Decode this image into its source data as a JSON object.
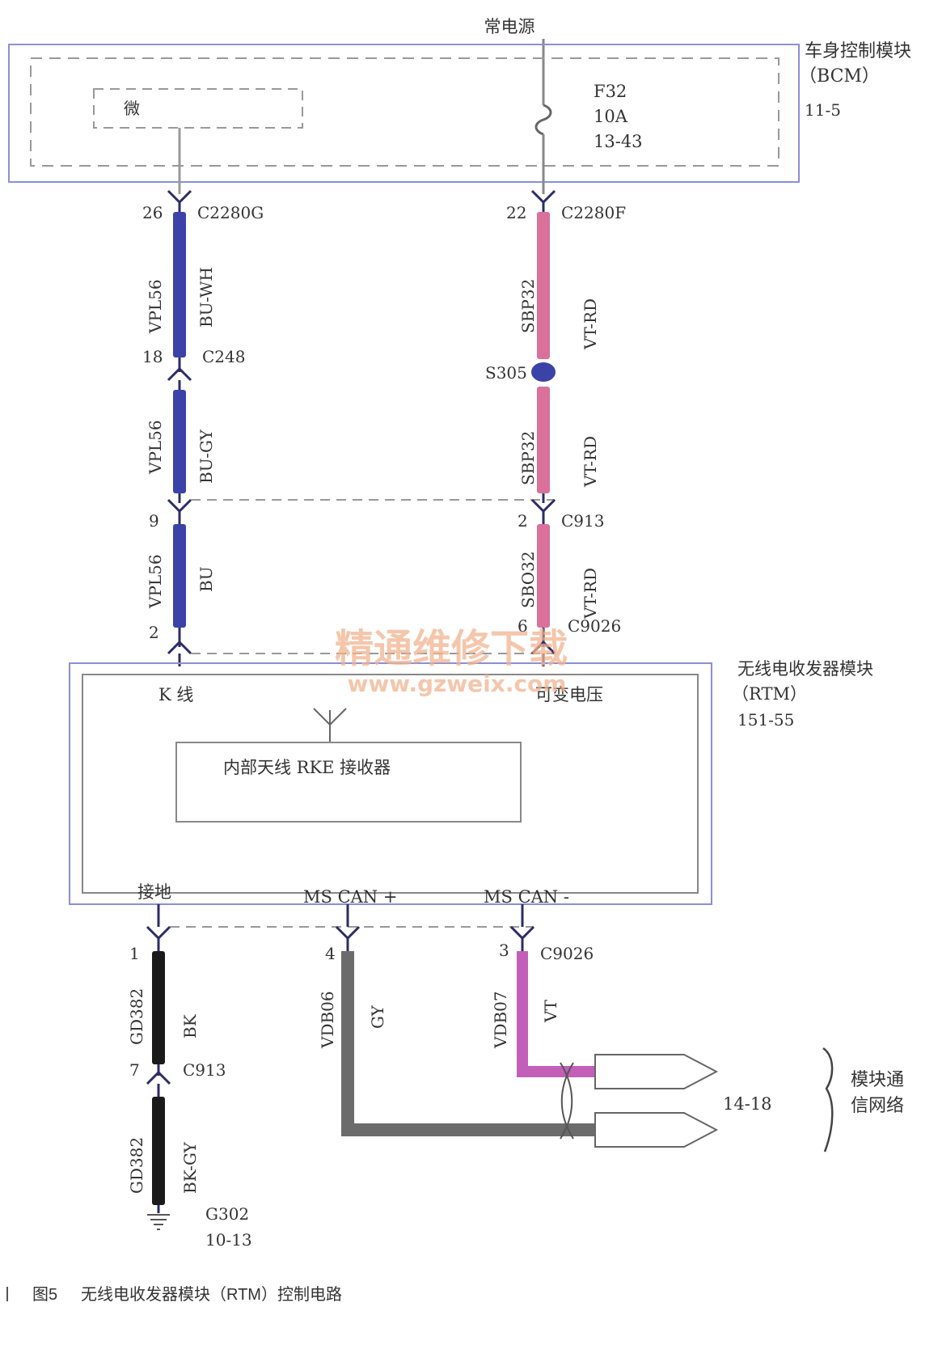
{
  "power": {
    "label": "常电源"
  },
  "bcm": {
    "name": "车身控制模块",
    "abbr": "（BCM）",
    "ref": "11-5",
    "micro_label": "微",
    "fuse": {
      "id": "F32",
      "rating": "10A",
      "ref": "13-43"
    }
  },
  "left_wire": {
    "seg1": {
      "pin_top": "26",
      "connector_top": "C2280G",
      "circuit": "VPL56",
      "color": "BU-WH",
      "pin_bottom": "18",
      "connector_bottom": "C248"
    },
    "seg2": {
      "circuit": "VPL56",
      "color": "BU-GY"
    },
    "seg3": {
      "pin_top": "9",
      "circuit": "VPL56",
      "color": "BU",
      "pin_bottom": "2"
    }
  },
  "right_wire": {
    "seg1": {
      "pin_top": "22",
      "connector_top": "C2280F",
      "circuit": "SBP32",
      "color": "VT-RD"
    },
    "splice": "S305",
    "seg2": {
      "circuit": "SBP32",
      "color": "VT-RD"
    },
    "seg3": {
      "pin_top": "2",
      "connector_top": "C913",
      "circuit": "SBO32",
      "color": "VT-RD",
      "pin_bottom": "6",
      "connector_bottom": "C9026"
    }
  },
  "rtm": {
    "name": "无线电收发器模块",
    "abbr": "（RTM）",
    "ref": "151-55",
    "k_line": "K 线",
    "variable_voltage": "可变电压",
    "receiver": "内部天线 RKE 接收器",
    "ground_label": "接地",
    "can_plus": "MS CAN +",
    "can_minus": "MS CAN -"
  },
  "bottom": {
    "ground_wire1": {
      "pin_top": "1",
      "circuit": "GD382",
      "color": "BK",
      "pin_bottom": "7",
      "connector": "C913"
    },
    "ground_wire2": {
      "circuit": "GD382",
      "color": "BK-GY",
      "ground_id": "G302",
      "ground_ref": "10-13"
    },
    "can_plus_wire": {
      "pin": "4",
      "circuit": "VDB06",
      "color": "GY"
    },
    "can_minus_wire": {
      "pin": "3",
      "connector": "C9026",
      "circuit": "VDB07",
      "color": "VT"
    },
    "network_ref": "14-18",
    "network_label_1": "模块通",
    "network_label_2": "信网络"
  },
  "watermark": {
    "cn": "精通维修下载",
    "url": "www.gzweix.com"
  },
  "caption": {
    "fig": "图5",
    "text": "无线电收发器模块（RTM）控制电路"
  },
  "colors": {
    "blue_wire": "#3b43a8",
    "pink_wire": "#d9719b",
    "gray_wire": "#6b6b6b",
    "black_wire": "#1a1a1a",
    "violet_wire": "#c35fb8",
    "module_border": "#8b8fd6",
    "watermark": "#f2b38f"
  }
}
